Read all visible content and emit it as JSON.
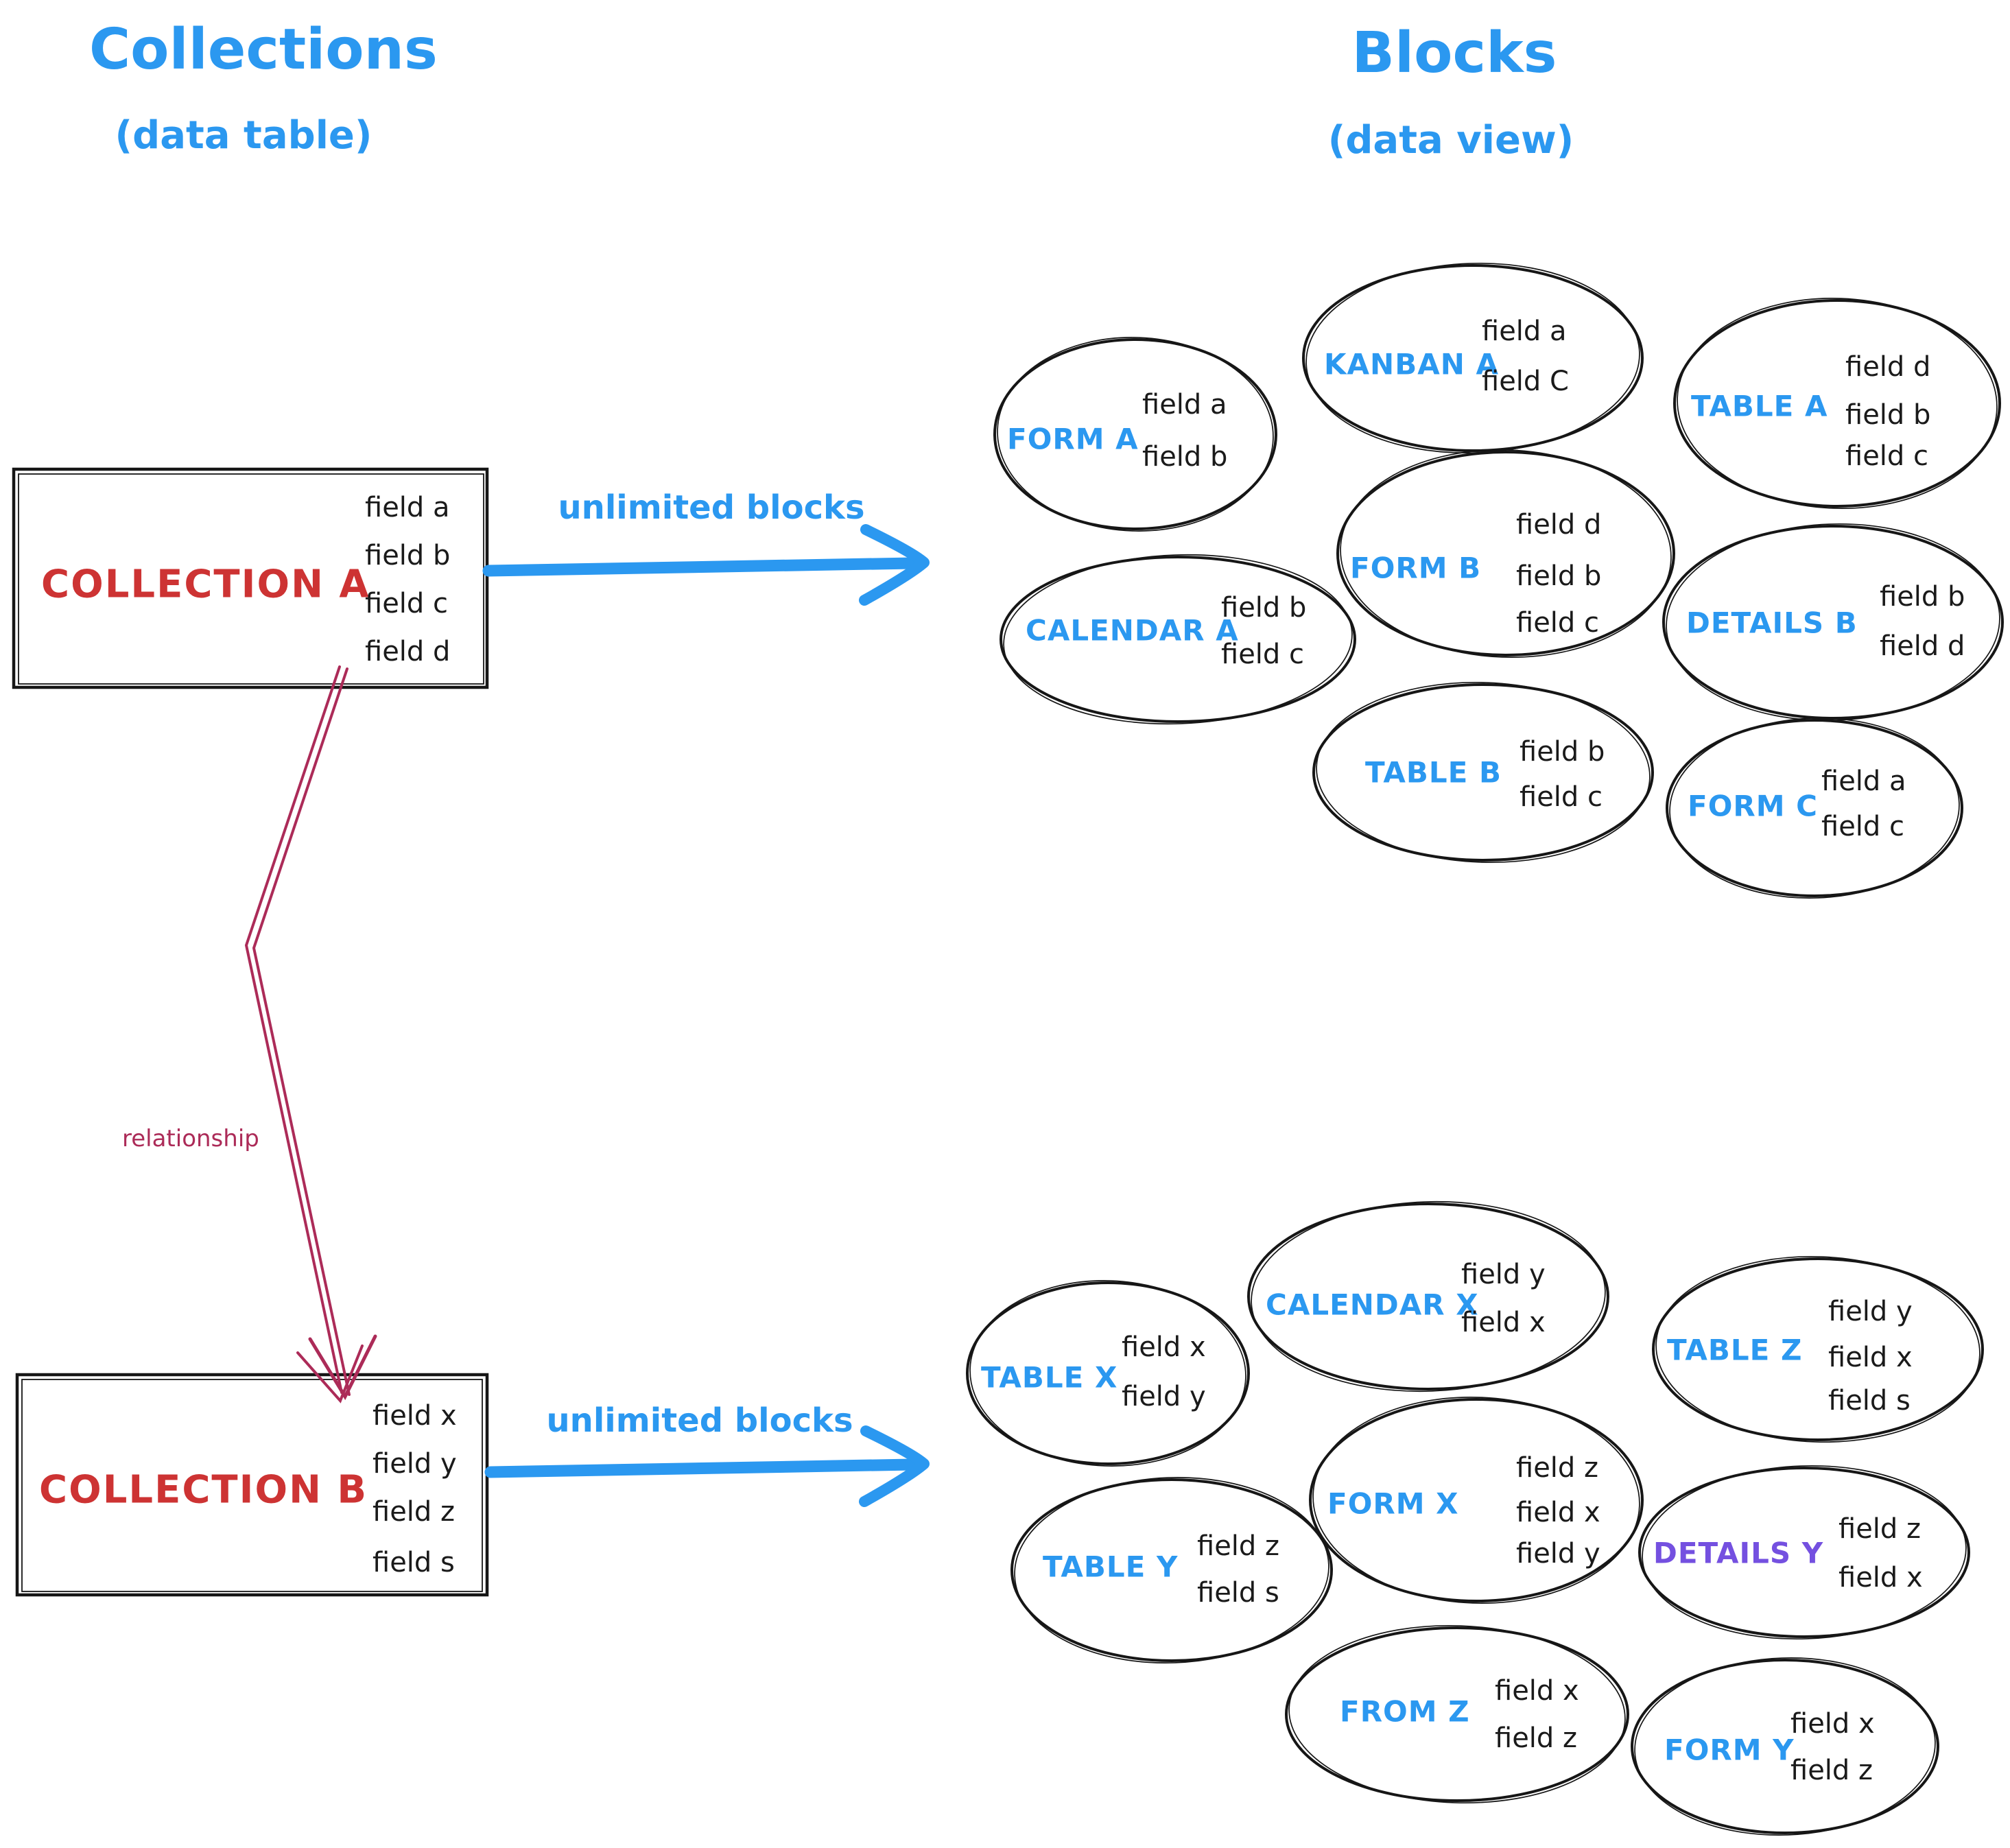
{
  "left_panel": {
    "title": "Collections",
    "subtitle": "(data table)",
    "collection_a": {
      "name": "COLLECTION A",
      "fields": [
        "field a",
        "field b",
        "field c",
        "field d"
      ]
    },
    "collection_b": {
      "name": "COLLECTION B",
      "fields": [
        "field x",
        "field y",
        "field z",
        "field s"
      ]
    },
    "arrow_a_label": "unlimited blocks",
    "arrow_b_label": "unlimited blocks",
    "relationship_label": "relationship"
  },
  "right_panel": {
    "title": "Blocks",
    "subtitle": "(data view)",
    "blocks_a": [
      {
        "label": "FORM A",
        "fields": [
          "field a",
          "field b"
        ]
      },
      {
        "label": "KANBAN A",
        "fields": [
          "field a",
          "field C"
        ]
      },
      {
        "label": "TABLE A",
        "fields": [
          "field d",
          "field b",
          "field c"
        ]
      },
      {
        "label": "CALENDAR A",
        "fields": [
          "field b",
          "field c"
        ]
      },
      {
        "label": "FORM B",
        "fields": [
          "field d",
          "field b",
          "field c"
        ]
      },
      {
        "label": "DETAILS B",
        "fields": [
          "field b",
          "field d"
        ]
      },
      {
        "label": "TABLE B",
        "fields": [
          "field b",
          "field c"
        ]
      },
      {
        "label": "FORM C",
        "fields": [
          "field a",
          "field c"
        ]
      }
    ],
    "blocks_b": [
      {
        "label": "TABLE X",
        "fields": [
          "field x",
          "field y"
        ]
      },
      {
        "label": "CALENDAR X",
        "fields": [
          "field y",
          "field x"
        ]
      },
      {
        "label": "TABLE Z",
        "fields": [
          "field y",
          "field x",
          "field s"
        ]
      },
      {
        "label": "TABLE Y",
        "fields": [
          "field z",
          "field s"
        ]
      },
      {
        "label": "FORM X",
        "fields": [
          "field z",
          "field x",
          "field y"
        ]
      },
      {
        "label": "DETAILS Y",
        "fields": [
          "field z",
          "field x"
        ],
        "label_color": "#7450E0"
      },
      {
        "label": "FROM Z",
        "fields": [
          "field x",
          "field z"
        ]
      },
      {
        "label": "FORM Y",
        "fields": [
          "field x",
          "field z"
        ]
      }
    ]
  },
  "colors": {
    "title_blue": "#2B98F0",
    "collection_red": "#CD3333",
    "relationship_crimson": "#AC2B58",
    "details_y_purple": "#7450E0",
    "ink": "#161616"
  }
}
